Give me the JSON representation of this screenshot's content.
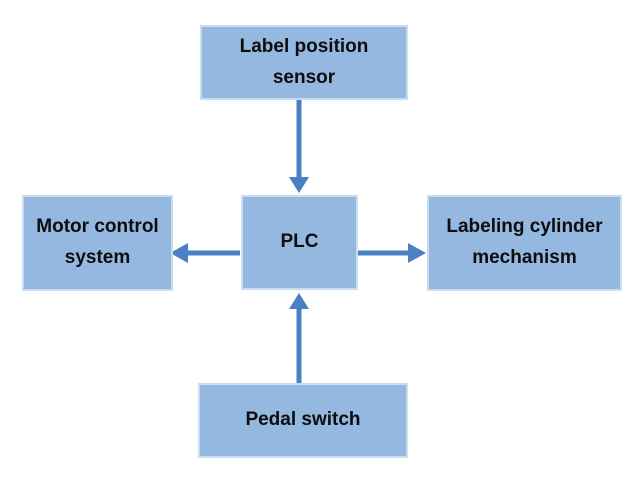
{
  "colors": {
    "background": "#ffffff",
    "box-fill": "#94b8e0",
    "box-border": "#cadcf0",
    "arrow": "#4a80c4",
    "text": "#0d0d0d"
  },
  "diagram": {
    "nodes": {
      "sensor": {
        "label": "Label position sensor"
      },
      "motor": {
        "label": "Motor control system"
      },
      "plc": {
        "label": "PLC"
      },
      "cylinder": {
        "label": "Labeling cylinder mechanism"
      },
      "pedal": {
        "label": "Pedal switch"
      }
    },
    "edges": [
      {
        "from": "sensor",
        "to": "plc",
        "direction": "down"
      },
      {
        "from": "plc",
        "to": "motor",
        "direction": "left"
      },
      {
        "from": "plc",
        "to": "cylinder",
        "direction": "right"
      },
      {
        "from": "pedal",
        "to": "plc",
        "direction": "up"
      }
    ]
  }
}
